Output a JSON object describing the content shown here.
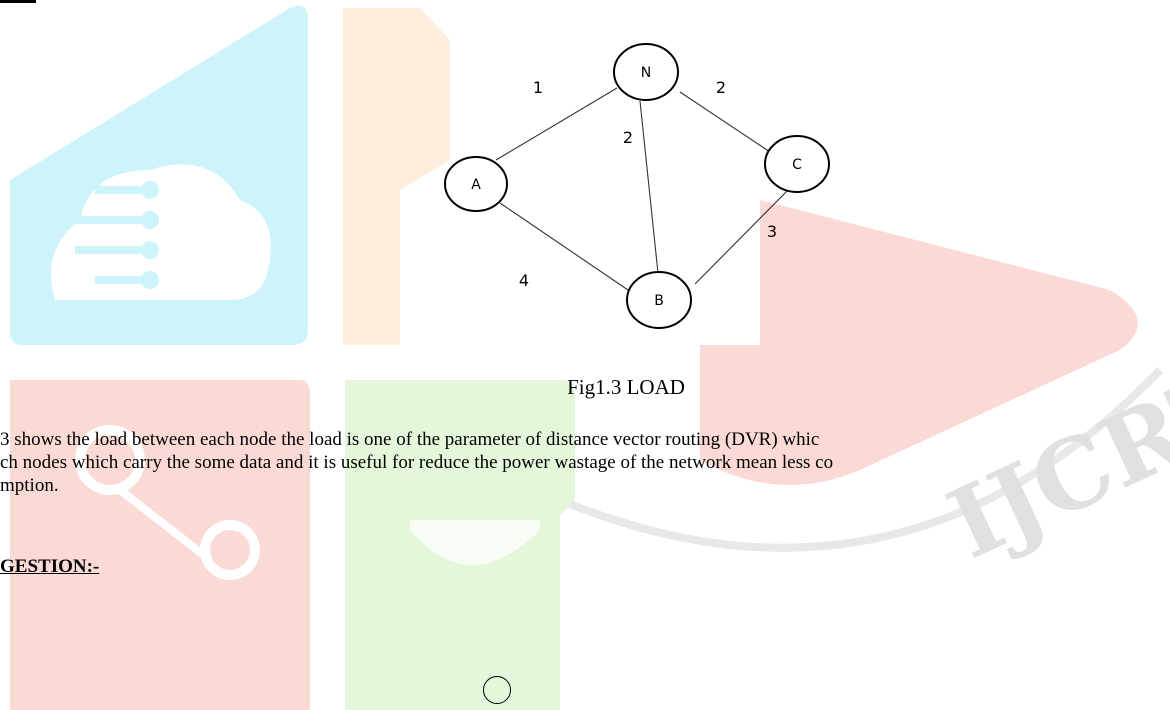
{
  "figure": {
    "nodes": [
      {
        "id": "N",
        "label": "N"
      },
      {
        "id": "A",
        "label": "A"
      },
      {
        "id": "C",
        "label": "C"
      },
      {
        "id": "B",
        "label": "B"
      }
    ],
    "edges": [
      {
        "from": "A",
        "to": "N",
        "load": "1"
      },
      {
        "from": "N",
        "to": "C",
        "load": "2"
      },
      {
        "from": "N",
        "to": "B",
        "load": "2"
      },
      {
        "from": "C",
        "to": "B",
        "load": "3"
      },
      {
        "from": "A",
        "to": "B",
        "load": "4"
      }
    ],
    "caption": "Fig1.3 LOAD"
  },
  "paragraph": {
    "line1": "3 shows the load between each node  the load is one of the parameter of distance vector routing (DVR) whic",
    "line2": "ch nodes which carry the some data and it is useful for reduce the power wastage of the network mean less co",
    "line3": "mption."
  },
  "section_heading": "GESTION:-",
  "watermark": {
    "text": "IJCRT",
    "colors": [
      "#cdf3fb",
      "#ffeedd",
      "#fbdad5",
      "#e4f7da"
    ]
  }
}
